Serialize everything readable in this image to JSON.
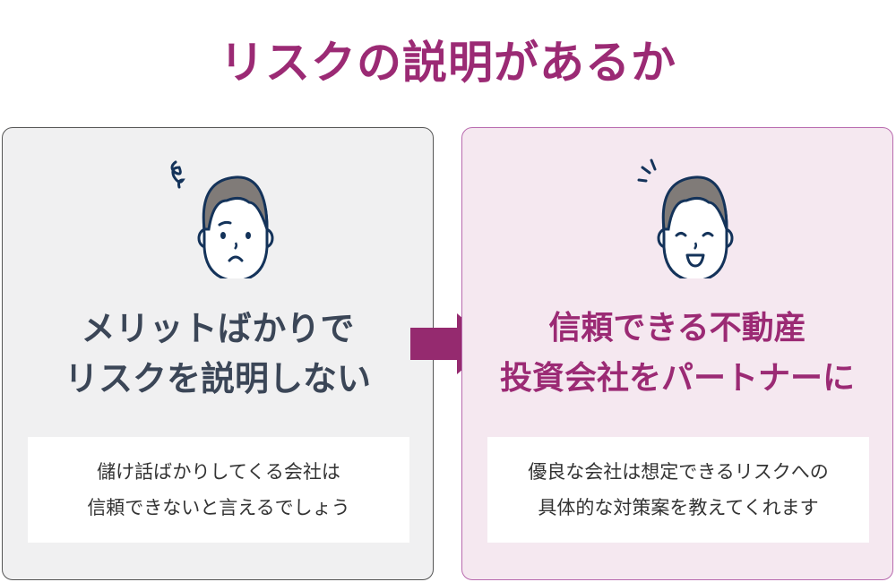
{
  "title": "リスクの説明があるか",
  "left": {
    "heading_line1": "メリットばかりで",
    "heading_line2": "リスクを説明しない",
    "note_line1": "儲け話ばかりしてくる会社は",
    "note_line2": "信頼できないと言えるでしょう",
    "icon": "worried-man-icon"
  },
  "right": {
    "heading_line1": "信頼できる不動産",
    "heading_line2": "投資会社をパートナーに",
    "note_line1": "優良な会社は想定できるリスクへの",
    "note_line2": "具体的な対策案を教えてくれます",
    "icon": "smiling-man-icon"
  },
  "colors": {
    "accent": "#9b2a74",
    "dark_text": "#3b4657",
    "outline": "#14335a",
    "hair": "#807b78"
  }
}
